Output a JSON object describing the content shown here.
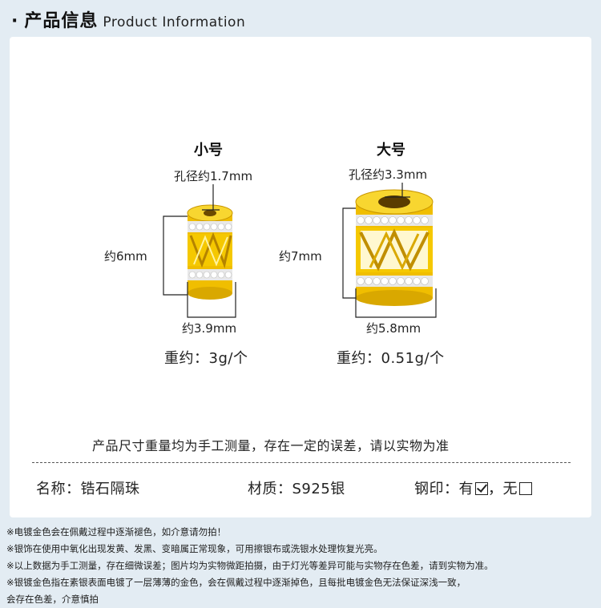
{
  "header": {
    "bullet": "·",
    "title_cn": "产品信息",
    "title_en": "Product Information"
  },
  "small": {
    "title": "小号",
    "hole": "孔径约1.7mm",
    "height": "约6mm",
    "width": "约3.9mm",
    "weight": "重约：3g/个"
  },
  "large": {
    "title": "大号",
    "hole": "孔径约3.3mm",
    "height": "约7mm",
    "width": "约5.8mm",
    "weight": "重约：0.51g/个"
  },
  "notice": "产品尺寸重量均为手工测量，存在一定的误差，请以实物为准",
  "specs": {
    "name": "名称：锆石隔珠",
    "material": "材质：S925银",
    "stamp_label": "钢印：有",
    "stamp_sep": "，无"
  },
  "footer": [
    "※电镀金色会在佩戴过程中逐渐褪色，如介意请勿拍！",
    "※银饰在使用中氧化出现发黄、发黑、变暗属正常现象，可用擦银布或洗银水处理恢复光亮。",
    "※以上数据为手工测量，存在细微误差；图片均为实物微距拍摄，由于灯光等差异可能与实物存在色差，请到实物为准。",
    "※银镀金色指在素银表面电镀了一层薄薄的金色，会在佩戴过程中逐渐掉色，且每批电镀金色无法保证深浅一致，",
    "会存在色差，介意慎拍"
  ],
  "colors": {
    "background": "#e3ecf3",
    "card": "#ffffff",
    "gold": "#f2c200"
  }
}
